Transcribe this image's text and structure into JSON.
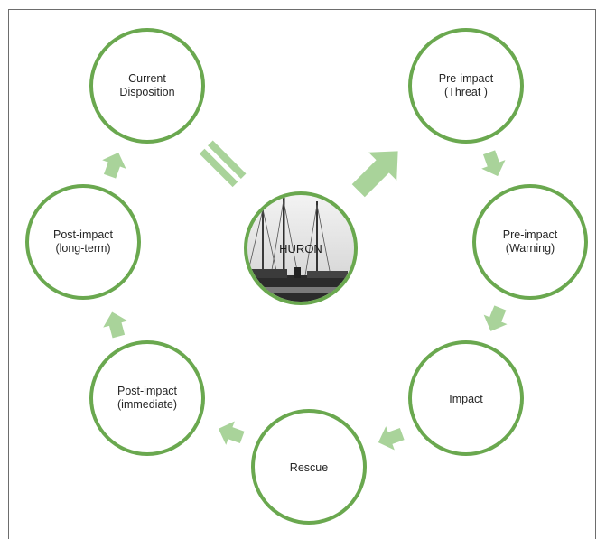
{
  "colors": {
    "circle_stroke": "#6aa84f",
    "arrow_fill": "#a9d39a",
    "frame_border": "#6d6d6d",
    "text": "#262626"
  },
  "center": {
    "label": "HURON",
    "image": "ship-masts-photo"
  },
  "stages": [
    {
      "line1": "Current",
      "line2": "Disposition"
    },
    {
      "line1": "Pre-impact",
      "line2": "(Threat )"
    },
    {
      "line1": "Pre-impact",
      "line2": "(Warning)"
    },
    {
      "line1": "Impact",
      "line2": ""
    },
    {
      "line1": "Rescue",
      "line2": ""
    },
    {
      "line1": "Post-impact",
      "line2": "(immediate)"
    },
    {
      "line1": "Post-impact",
      "line2": "(long-term)"
    }
  ]
}
